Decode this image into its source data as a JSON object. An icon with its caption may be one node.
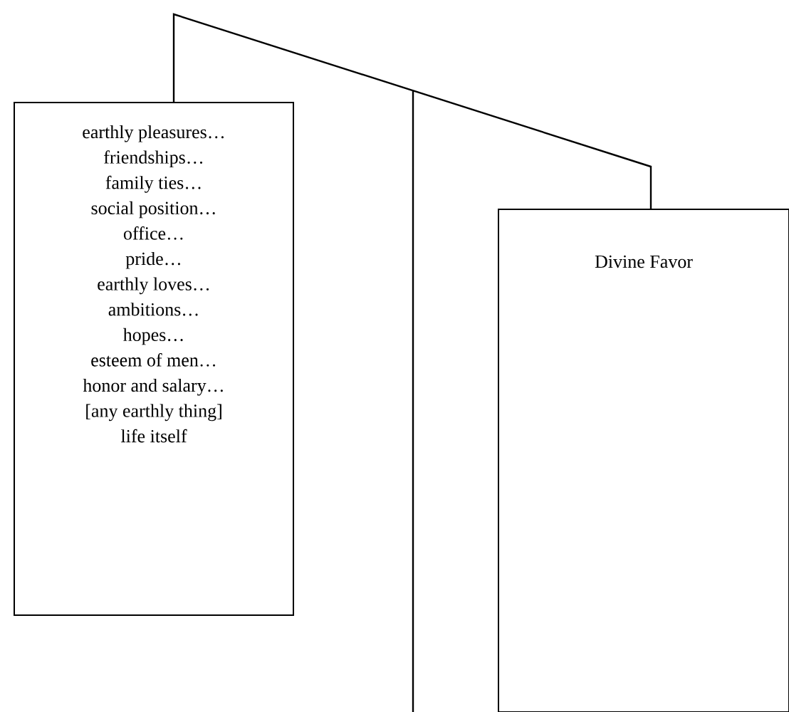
{
  "diagram": {
    "nodes": [
      {
        "text": [
          "earthly pleasures…",
          "friendships…",
          "family ties…",
          "social position…",
          "office…",
          "pride…",
          "earthly loves…",
          "ambitions…",
          "hopes…",
          "esteem of men…",
          "honor and salary…",
          "[any earthly thing]",
          "life itself"
        ]
      },
      {
        "text": [
          "Divine Favor"
        ]
      }
    ]
  }
}
